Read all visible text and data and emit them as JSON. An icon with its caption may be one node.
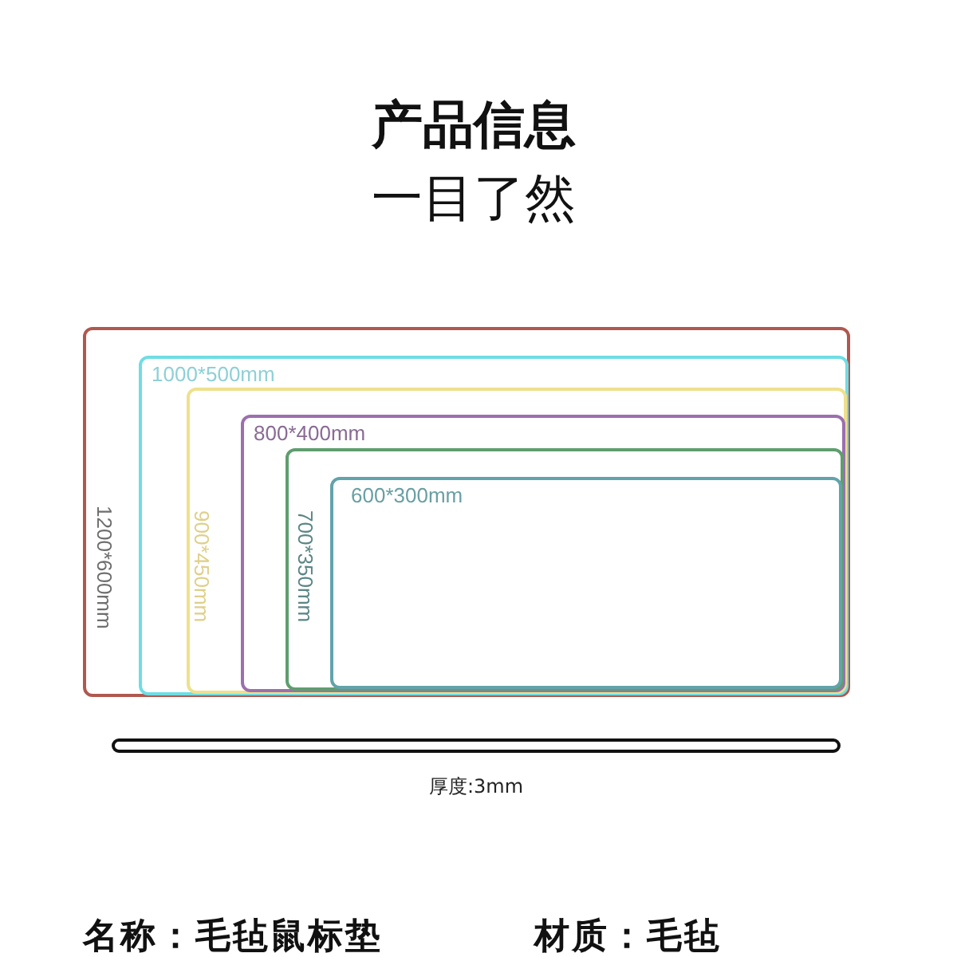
{
  "diagram": {
    "title": "产品信息",
    "nodes": [
      {
        "text": [
          "1200*600mm"
        ]
      },
      {
        "text": [
          "1000*500mm"
        ],
        "in": 0
      },
      {
        "text": [
          "900*450mm"
        ],
        "in": 1
      },
      {
        "text": [
          "800*400mm"
        ],
        "in": 2
      },
      {
        "text": [
          "700*350mm"
        ],
        "in": 3
      },
      {
        "text": [
          "600*300mm"
        ],
        "in": 4
      },
      {
        "text": [],
        "shape": "bar",
        "beside": [
          "厚度:3mm"
        ]
      }
    ],
    "labels": [
      "一目了然",
      "名称：毛毡鼠标垫",
      "材质：毛毡"
    ]
  }
}
